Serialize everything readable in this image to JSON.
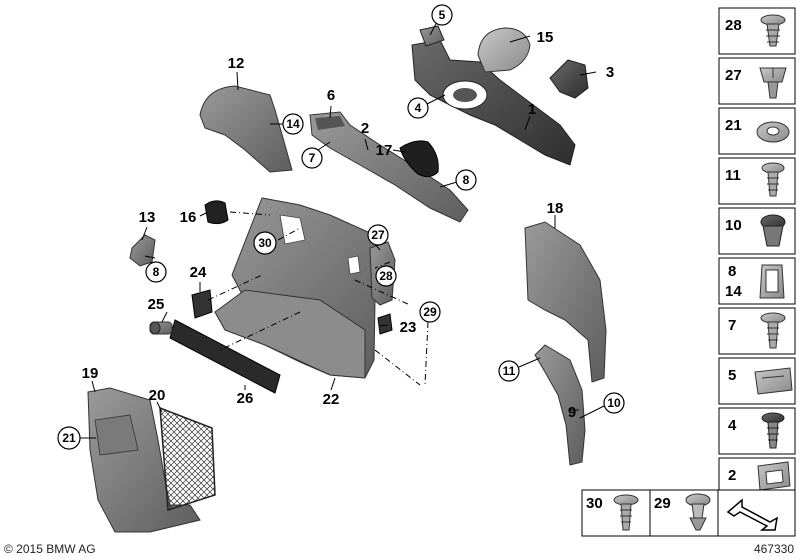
{
  "callouts": {
    "p1": "1",
    "p2": "2",
    "p3": "3",
    "p4": "4",
    "p5": "5",
    "p6": "6",
    "p7": "7",
    "p8a": "8",
    "p8b": "8",
    "p9": "9",
    "p10": "10",
    "p11": "11",
    "p12": "12",
    "p13": "13",
    "p14": "14",
    "p15": "15",
    "p16": "16",
    "p17": "17",
    "p18": "18",
    "p19": "19",
    "p20": "20",
    "p21": "21",
    "p22": "22",
    "p23": "23",
    "p24": "24",
    "p25": "25",
    "p26": "26",
    "p27": "27",
    "p28": "28",
    "p29": "29",
    "p30": "30"
  },
  "fastener_panel": [
    {
      "label": "28"
    },
    {
      "label": "27"
    },
    {
      "label": "21"
    },
    {
      "label": "11"
    },
    {
      "label": "10"
    },
    {
      "label": "8",
      "label2": "14"
    },
    {
      "label": "7"
    },
    {
      "label": "5"
    },
    {
      "label": "4"
    },
    {
      "label": "2"
    }
  ],
  "bottom_panel": [
    {
      "label": "30"
    },
    {
      "label": "29"
    }
  ],
  "footer": {
    "copyright": "© 2015 BMW AG",
    "image_id": "467330"
  }
}
